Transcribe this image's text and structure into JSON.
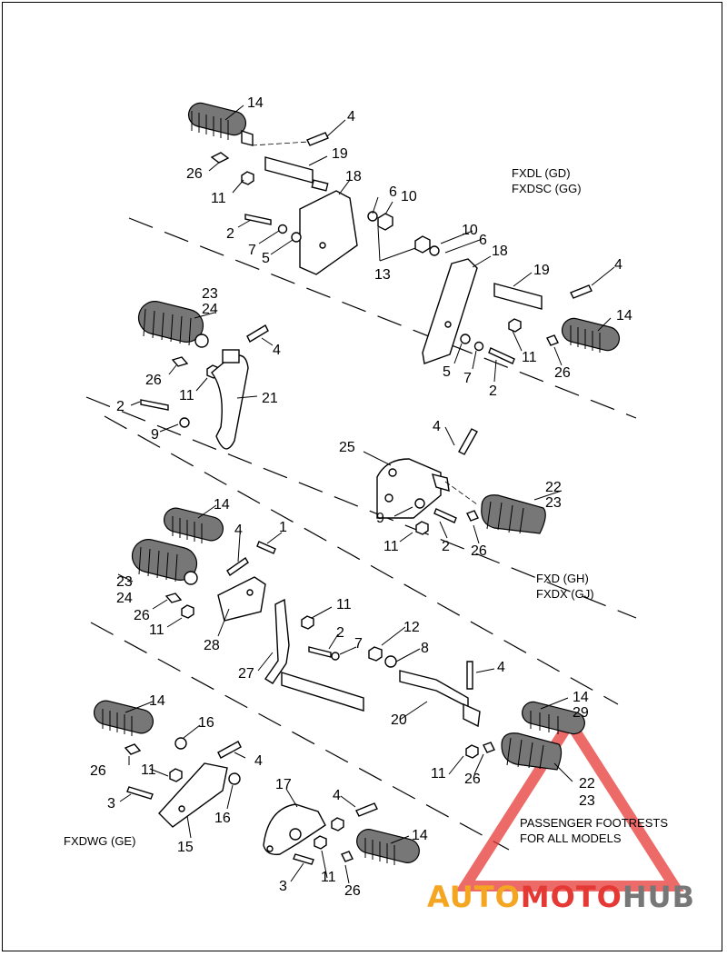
{
  "diagram": {
    "model_labels": {
      "fxdl": "FXDL (GD)",
      "fxdsc": "FXDSC (GG)",
      "fxd": "FXD (GH)",
      "fxdx": "FXDX (GJ)",
      "fxdwg": "FXDWG (GE)",
      "passenger_1": "PASSENGER FOOTRESTS",
      "passenger_2": "FOR ALL MODELS"
    },
    "callouts": {
      "a14": "14",
      "a4": "4",
      "a19": "19",
      "a26": "26",
      "a11": "11",
      "a18": "18",
      "a6": "6",
      "a10": "10",
      "a2": "2",
      "a7": "7",
      "a5": "5",
      "a13": "13",
      "b10": "10",
      "b6": "6",
      "b18": "18",
      "b19": "19",
      "b4": "4",
      "b14": "14",
      "b11": "11",
      "b26": "26",
      "b5": "5",
      "b7": "7",
      "b2": "2",
      "c23": "23",
      "c24": "24",
      "c4": "4",
      "c26": "26",
      "c11": "11",
      "c21": "21",
      "c2": "2",
      "c9": "9",
      "d4": "4",
      "d25": "25",
      "d22": "22",
      "d23": "23",
      "d9": "9",
      "d11": "11",
      "d2": "2",
      "d26": "26",
      "e14": "14",
      "e4": "4",
      "e1": "1",
      "e23": "23",
      "e24": "24",
      "e26": "26",
      "e11": "11",
      "e28": "28",
      "e11b": "11",
      "e2": "2",
      "e7": "7",
      "e27": "27",
      "e12": "12",
      "e8": "8",
      "e4b": "4",
      "e20": "20",
      "e11c": "11",
      "e26b": "26",
      "f14": "14",
      "f29": "29",
      "f22": "22",
      "f23": "23",
      "g14": "14",
      "g16": "16",
      "g26": "26",
      "g11": "11",
      "g4": "4",
      "g3": "3",
      "g16b": "16",
      "g15": "15",
      "h17": "17",
      "h4": "4",
      "h14": "14",
      "h3": "3",
      "h11": "11",
      "h26": "26"
    }
  },
  "watermark": {
    "auto": "AUTO",
    "moto": "MOTO",
    "hub": "HUB",
    "colors": {
      "orange": "#f4a623",
      "red": "#e53935",
      "gray": "#777777"
    }
  }
}
